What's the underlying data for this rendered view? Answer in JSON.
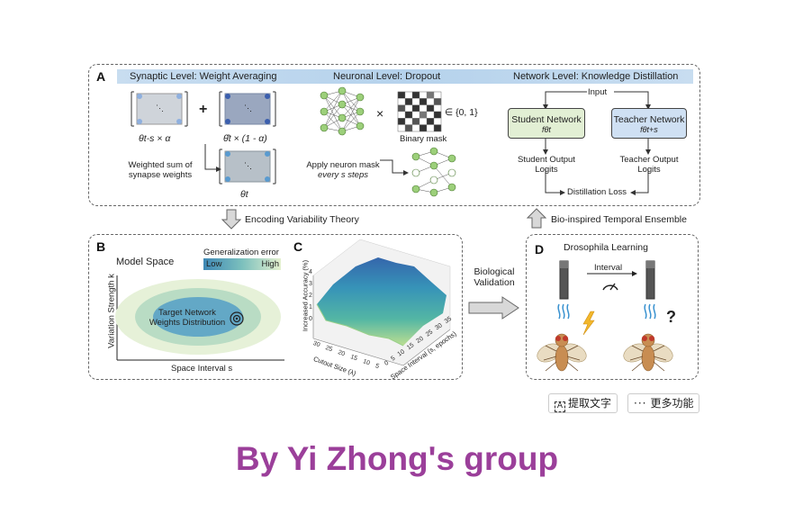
{
  "panel_a": {
    "letter": "A",
    "banner": {
      "synaptic": "Synaptic Level: Weight Averaging",
      "neuronal": "Neuronal Level: Dropout",
      "network": "Network Level: Knowledge Distillation"
    },
    "theta_prev": "θt-s × α",
    "theta_hat": "θ̂t × (1 - α)",
    "theta_t": "θt",
    "plus": "+",
    "weighted_sum_line1": "Weighted sum of",
    "weighted_sum_line2": "synapse weights",
    "times": "×",
    "binary_set": "∈ {0, 1}",
    "binary_mask": "Binary mask",
    "apply_mask_line1": "Apply neuron mask",
    "apply_mask_line2": "every s steps",
    "input": "Input",
    "student_network": "Student Network",
    "student_symbol": "fθt",
    "teacher_network": "Teacher Network",
    "teacher_symbol": "fθt+s",
    "student_logits_line1": "Student Output",
    "student_logits_line2": "Logits",
    "teacher_logits_line1": "Teacher Output",
    "teacher_logits_line2": "Logits",
    "distillation_loss": "Distillation Loss"
  },
  "arrows": {
    "encoding": "Encoding Variability Theory",
    "bio_inspired": "Bio-inspired Temporal Ensemble",
    "validation_line1": "Biological",
    "validation_line2": "Validation"
  },
  "panel_b": {
    "letter": "B",
    "title": "Model Space",
    "legend_title": "Generalization error",
    "legend_low": "Low",
    "legend_high": "High",
    "target_line1": "Target Network",
    "target_line2": "Weights Distribution",
    "y_axis": "Variation Strength k",
    "x_axis": "Space Interval s"
  },
  "panel_c": {
    "letter": "C",
    "z_label": "Increased Accuracy (%)",
    "z_ticks": [
      "4",
      "3",
      "2",
      "1",
      "0"
    ],
    "x_label": "Cutout Size (λ)",
    "x_ticks": [
      "30",
      "25",
      "20",
      "15",
      "10",
      "5"
    ],
    "y_label": "Space Interval (s, epochs)",
    "y_ticks": [
      "0",
      "5",
      "10",
      "15",
      "20",
      "25",
      "30",
      "35"
    ]
  },
  "panel_d": {
    "letter": "D",
    "title": "Drosophila Learning",
    "interval": "Interval",
    "question": "?"
  },
  "toolbar": {
    "extract_text": "提取文字",
    "more_features": "更多功能"
  },
  "footer": "By Yi Zhong's group",
  "colors": {
    "footer": "#9b3f9a",
    "banner": "#b5d2ec",
    "student_box": "#e2efd4",
    "teacher_box": "#cfe0f3",
    "ellipse_outer": "#e6f1d8",
    "ellipse_mid": "#b9dcc4",
    "ellipse_inner": "#63a8c6"
  }
}
